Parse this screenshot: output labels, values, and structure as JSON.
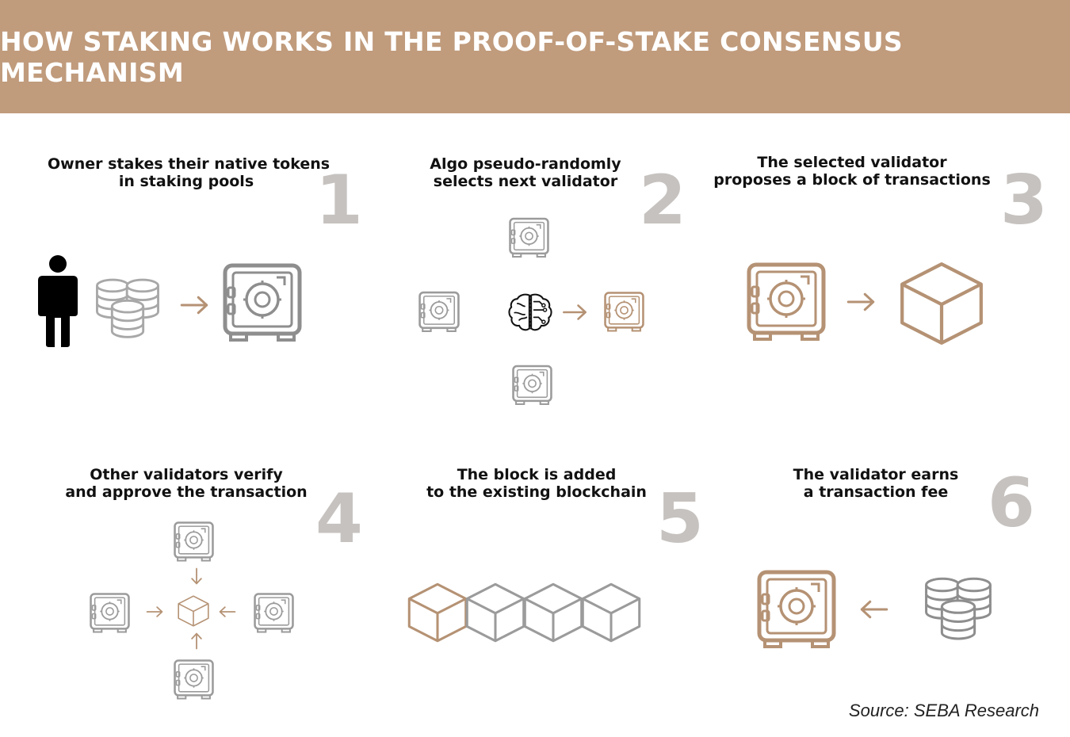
{
  "title": "HOW STAKING WORKS IN THE PROOF-OF-STAKE CONSENSUS MECHANISM",
  "steps": [
    {
      "number": "1",
      "lines": [
        "Owner stakes their native tokens",
        "in staking pools"
      ]
    },
    {
      "number": "2",
      "lines": [
        "Algo pseudo-randomly",
        "selects next validator"
      ]
    },
    {
      "number": "3",
      "lines": [
        "The selected validator",
        "proposes a block of transactions"
      ]
    },
    {
      "number": "4",
      "lines": [
        "Other validators verify",
        "and approve the transaction"
      ]
    },
    {
      "number": "5",
      "lines": [
        "The block is added",
        "to the existing blockchain"
      ]
    },
    {
      "number": "6",
      "lines": [
        "The validator earns",
        "a transaction fee"
      ]
    }
  ],
  "source": "Source: SEBA Research",
  "icons": [
    "person-icon",
    "coins-icon",
    "arrow-icon",
    "safe-icon",
    "brain-icon",
    "cube-icon"
  ],
  "colors": {
    "header": "#c09b7c",
    "accent": "#b59274",
    "gray_icon": "#9b9b9b",
    "number": "#c6c2bf"
  }
}
